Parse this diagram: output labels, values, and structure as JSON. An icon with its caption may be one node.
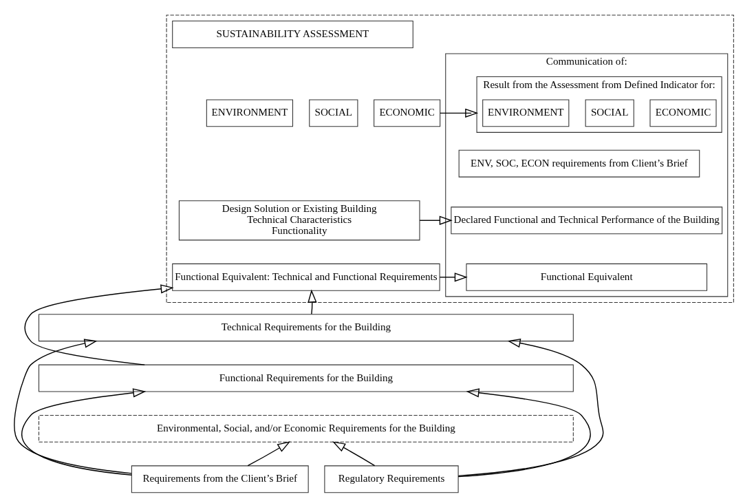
{
  "diagram": {
    "nodes": [
      {
        "text": [],
        "shape": "box"
      },
      {
        "text": [
          "SUSTAINABILITY ASSESSMENT"
        ],
        "in": 0
      },
      {
        "text": [
          "ENVIRONMENT"
        ],
        "in": 0
      },
      {
        "text": [
          "SOCIAL"
        ],
        "in": 0
      },
      {
        "text": [
          "ECONOMIC"
        ],
        "in": 0
      },
      {
        "text": [
          "Design Solution or Existing Building",
          "Technical Characteristics",
          "Functionality"
        ],
        "in": 0
      },
      {
        "text": [
          "Functional Equivalent: Technical and Functional Requirements"
        ],
        "in": 0
      },
      {
        "text": [
          "Communication of:"
        ],
        "in": 0
      },
      {
        "text": [
          "Result from the Assessment from Defined Indicator for:"
        ],
        "in": 7
      },
      {
        "text": [
          "ENVIRONMENT"
        ],
        "in": 8
      },
      {
        "text": [
          "SOCIAL"
        ],
        "in": 8
      },
      {
        "text": [
          "ECONOMIC"
        ],
        "in": 8
      },
      {
        "text": [
          "ENV, SOC, ECON requirements from Client’s Brief"
        ],
        "in": 7
      },
      {
        "text": [
          "Declared Functional and Technical Performance of the Building"
        ],
        "in": 7
      },
      {
        "text": [
          "Functional Equivalent"
        ],
        "in": 7
      },
      {
        "text": [
          "Technical Requirements for the Building"
        ]
      },
      {
        "text": [
          "Functional Requirements for the Building"
        ]
      },
      {
        "text": [
          "Environmental, Social, and/or Economic Requirements for the Building"
        ]
      },
      {
        "text": [
          "Requirements from the Client’s Brief"
        ]
      },
      {
        "text": [
          "Regulatory Requirements"
        ]
      }
    ],
    "edges": [
      {
        "from": 4,
        "to": 8,
        "arrow": "to"
      },
      {
        "from": 5,
        "to": 13,
        "arrow": "to"
      },
      {
        "from": 6,
        "to": 14,
        "arrow": "to"
      },
      {
        "from": 16,
        "to": 6,
        "arrow": "to"
      },
      {
        "from": 15,
        "to": 6,
        "arrow": "to"
      },
      {
        "from": 18,
        "to": 15,
        "arrow": "to"
      },
      {
        "from": 18,
        "to": 16,
        "arrow": "to"
      },
      {
        "from": 18,
        "to": 17,
        "arrow": "to"
      },
      {
        "from": 19,
        "to": 17,
        "arrow": "to"
      },
      {
        "from": 19,
        "to": 16,
        "arrow": "to"
      },
      {
        "from": 19,
        "to": 15,
        "arrow": "to"
      }
    ]
  }
}
